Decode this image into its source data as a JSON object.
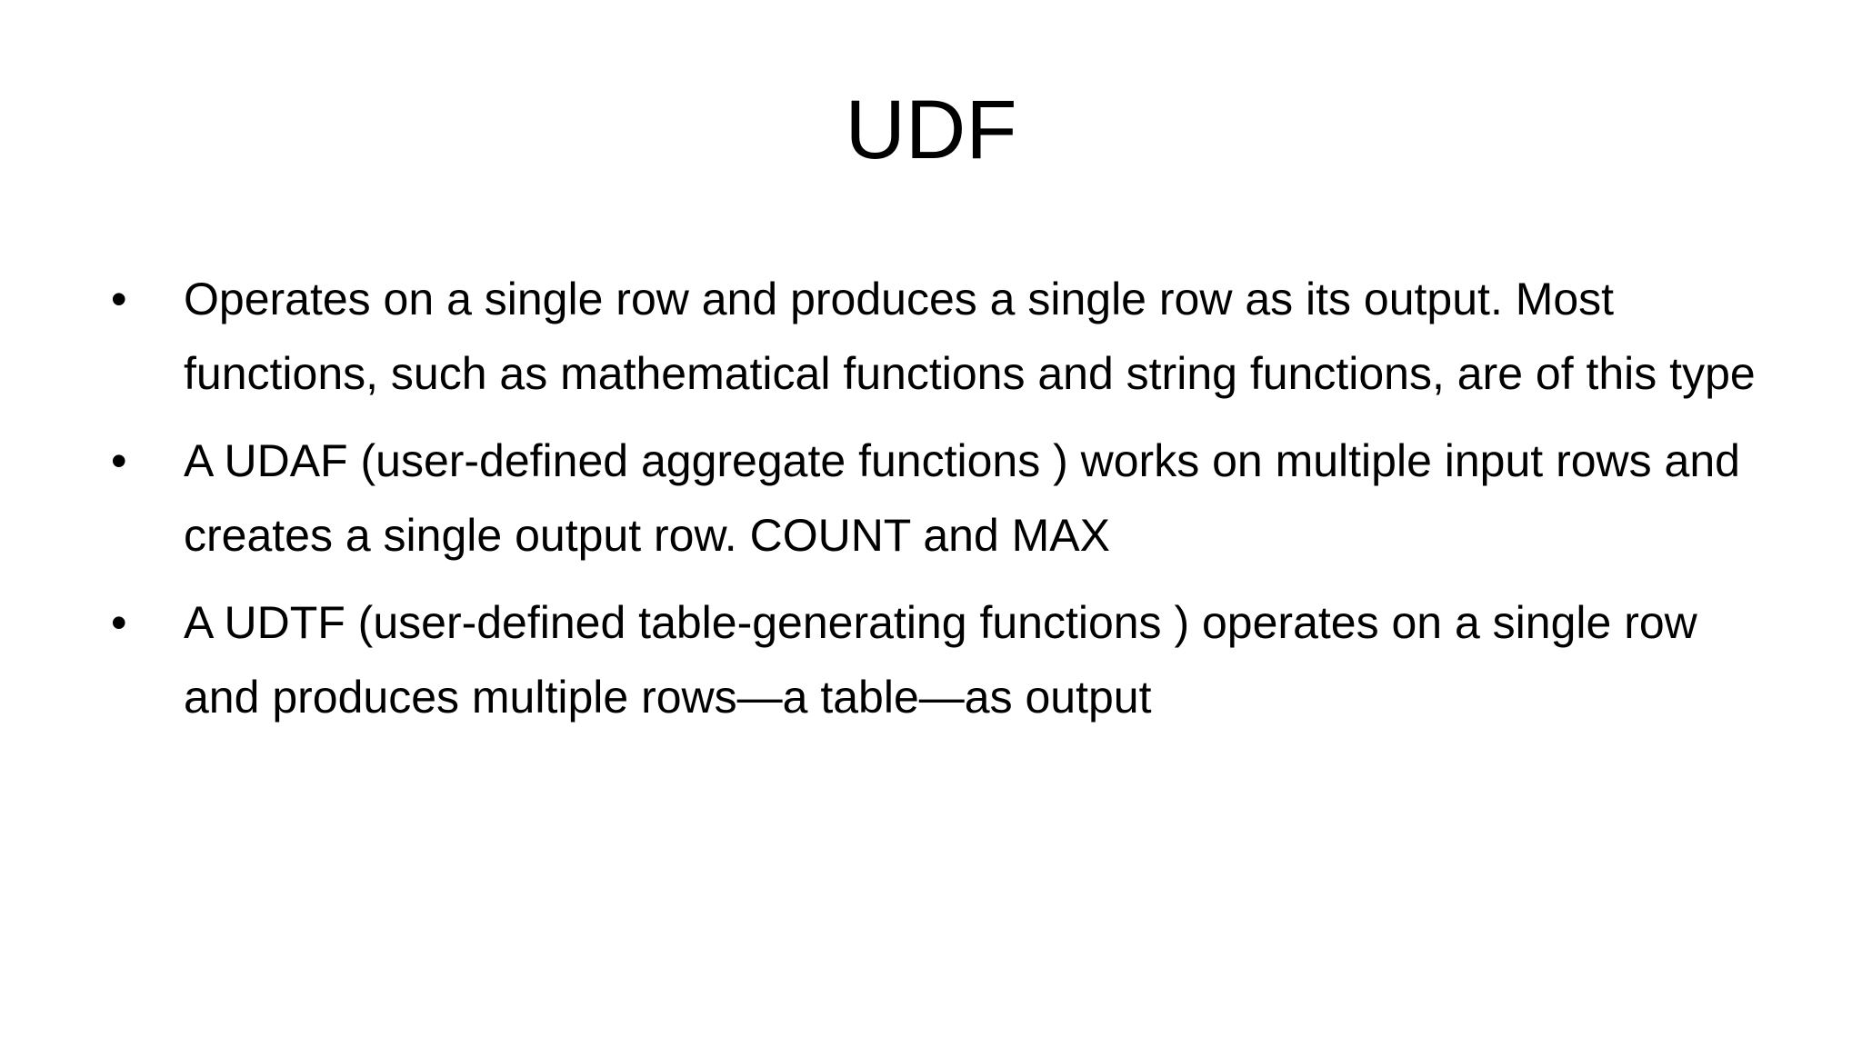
{
  "slide": {
    "title": "UDF",
    "bullet_marker": "•",
    "bullets": [
      "Operates on a single row and produces a single row as its output. Most functions, such as mathematical functions and string functions, are of this type",
      "A UDAF (user-defined aggregate functions ) works on multiple input rows and creates a single output row. COUNT and MAX",
      "A UDTF (user-defined table-generating functions ) operates on a single row and produces multiple rows—a table—as output"
    ]
  }
}
